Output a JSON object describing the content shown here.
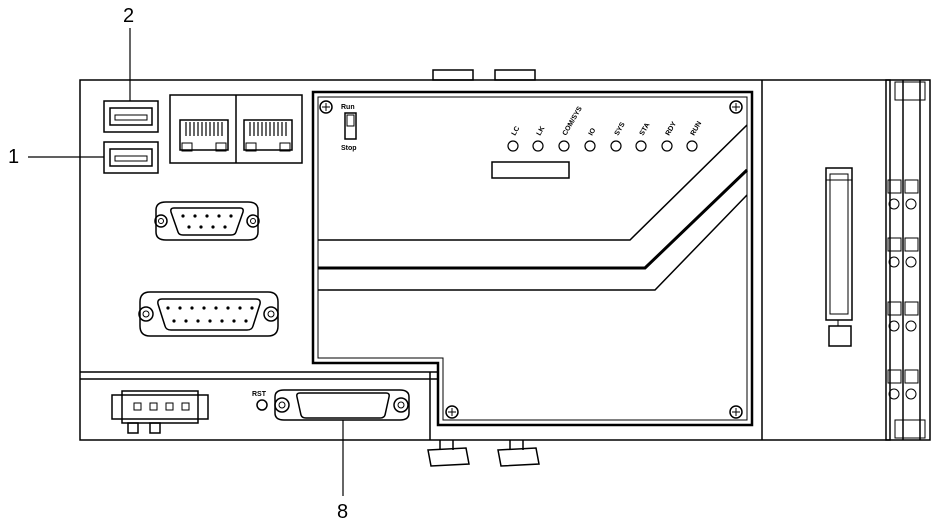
{
  "callouts": {
    "usb_top": "2",
    "usb_bottom": "1",
    "bottom_connector": "8"
  },
  "switch": {
    "top_label": "Run",
    "bottom_label": "Stop"
  },
  "leds": [
    {
      "label": "LC"
    },
    {
      "label": "LK"
    },
    {
      "label": "COM/SYS"
    },
    {
      "label": "IO"
    },
    {
      "label": "SYS"
    },
    {
      "label": "STA"
    },
    {
      "label": "RDY"
    },
    {
      "label": "RUN"
    }
  ],
  "reset_label": "RST",
  "colors": {
    "stroke": "#000000",
    "background": "#ffffff",
    "callout_text": "#000000"
  }
}
